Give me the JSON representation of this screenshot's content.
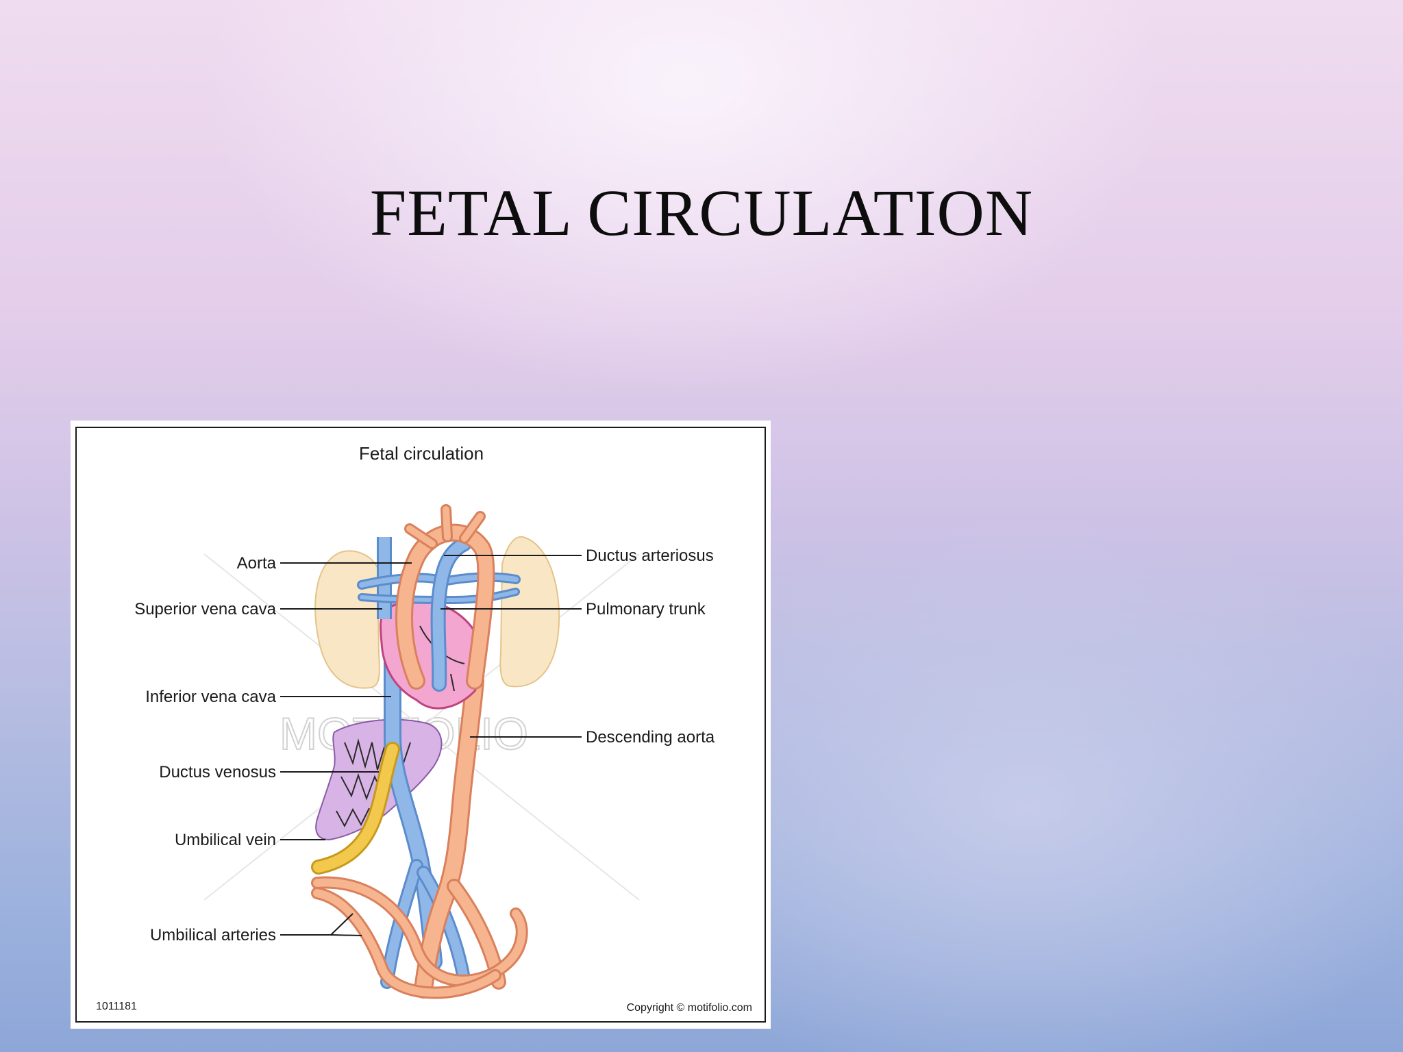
{
  "slide": {
    "title": "FETAL CIRCULATION"
  },
  "figure": {
    "caption": "Fetal circulation",
    "watermark": "MOTIFOLIO",
    "image_id": "1011181",
    "copyright": "Copyright © motifolio.com",
    "labels_left": [
      "Aorta",
      "Superior vena cava",
      "Inferior vena cava",
      "Ductus venosus",
      "Umbilical vein",
      "Umbilical arteries"
    ],
    "labels_right": [
      "Ductus arteriosus",
      "Pulmonary trunk",
      "Descending aorta"
    ],
    "colors": {
      "artery": "#f6b48f",
      "artery_outline": "#d9805c",
      "vein": "#8fb8e8",
      "vein_outline": "#5b8ccc",
      "umbilical_vein": "#f2c94c",
      "lung": "#f8e6c4",
      "heart": "#f3a6cf",
      "liver": "#d8b4e6"
    }
  }
}
